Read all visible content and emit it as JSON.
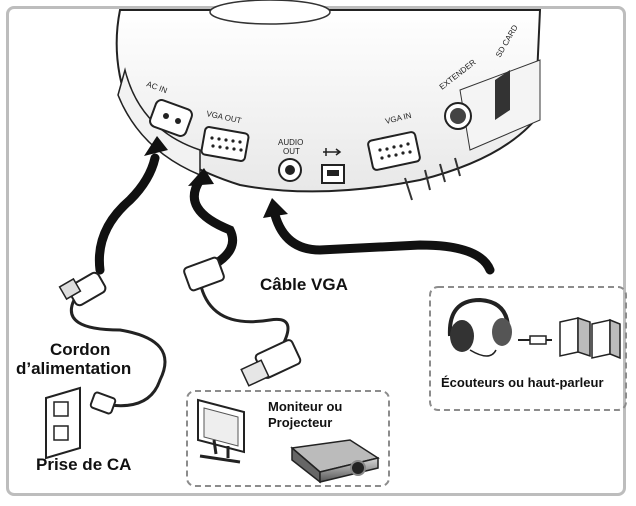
{
  "device": {
    "ports": {
      "ac_in": "AC IN",
      "vga_out": "VGA OUT",
      "audio_out_line1": "AUDIO",
      "audio_out_line2": "OUT",
      "vga_in": "VGA IN",
      "extender": "EXTENDER",
      "sd_card": "SD CARD"
    }
  },
  "labels": {
    "power_cord_line1": "Cordon",
    "power_cord_line2": "d’alimentation",
    "ac_outlet": "Prise de CA",
    "vga_cable": "Câble VGA",
    "monitor_line1": "Moniteur ou",
    "monitor_line2": "Projecteur",
    "audio": "Écouteurs ou haut-parleur"
  },
  "colors": {
    "frame": "#bdbdbd",
    "dashed_box": "#8c8c8c",
    "arrow": "#111111"
  }
}
